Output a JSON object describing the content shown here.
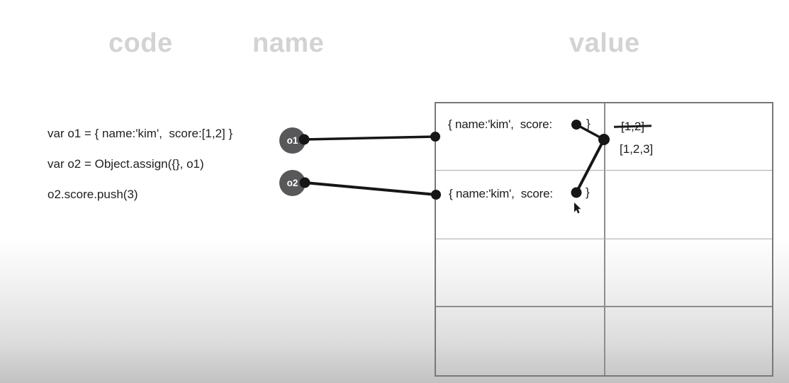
{
  "headers": {
    "code": "code",
    "name": "name",
    "value": "value",
    "text_color": "#d3d3d3"
  },
  "code_panel": {
    "lines": [
      "var o1 = { name:'kim',  score:[1,2] }",
      "var o2 = Object.assign({}, o1)",
      "o2.score.push(3)"
    ]
  },
  "name_column": {
    "nodes": [
      {
        "label": "o1",
        "fill": "#58585a"
      },
      {
        "label": "o2",
        "fill": "#58585a"
      }
    ]
  },
  "value_table": {
    "rows": 4,
    "columns": 2,
    "row1_object": {
      "prefix": "{ name:'kim',  score:",
      "suffix": "}"
    },
    "row2_object": {
      "prefix": "{ name:'kim',  score:",
      "suffix": "}"
    },
    "score_array": {
      "old_value": "[1,2]",
      "old_struck_through": true,
      "new_value": "[1,2,3]"
    }
  },
  "ink_color": "#161616",
  "background": {
    "top": "#ffffff",
    "bottom": "#c2c2c2"
  }
}
